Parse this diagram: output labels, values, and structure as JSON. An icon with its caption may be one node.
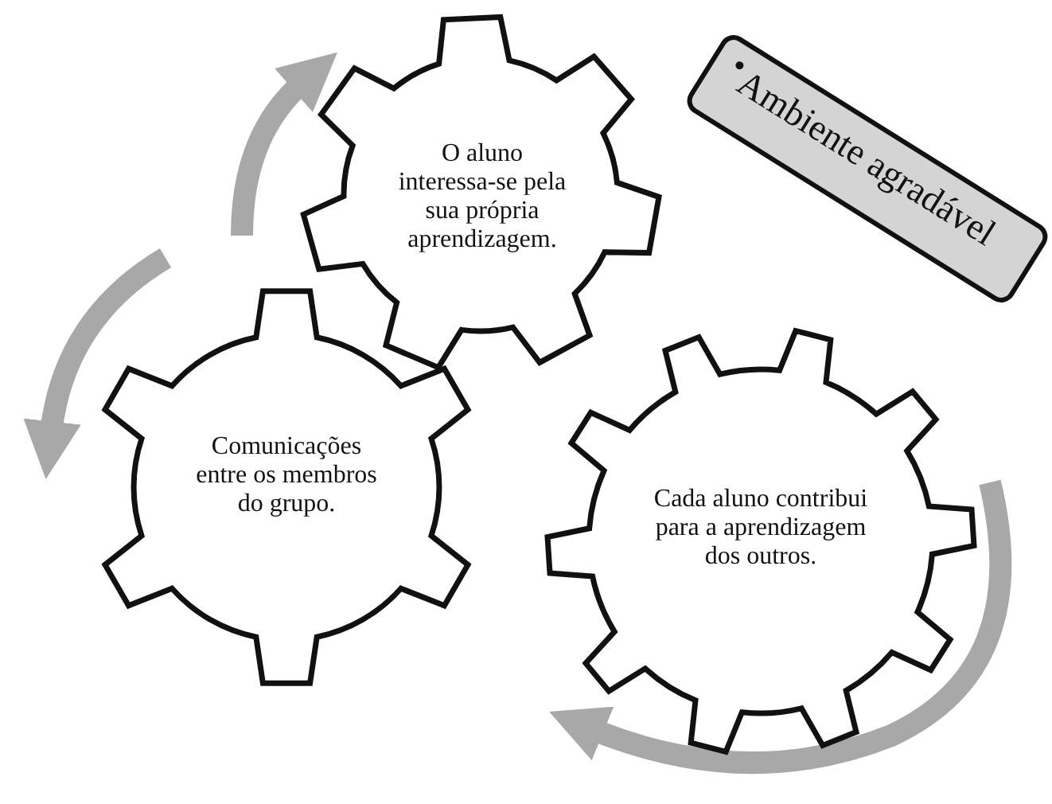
{
  "diagram": {
    "nodes": [
      {
        "text": [
          "O aluno interessa-se pela sua própria aprendizagem."
        ]
      },
      {
        "text": [
          "Comunicações entre os membros do grupo."
        ]
      },
      {
        "text": [
          "Cada aluno contribui para a aprendizagem dos outros."
        ]
      },
      {
        "text": [
          "Ambiente agradável"
        ]
      }
    ]
  }
}
